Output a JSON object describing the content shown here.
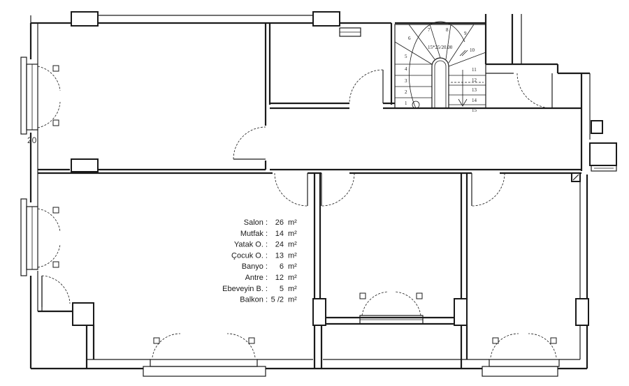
{
  "stairs": {
    "steps": [
      "1",
      "2",
      "3",
      "4",
      "5",
      "6",
      "7",
      "8",
      "9",
      "10",
      "11",
      "12",
      "13",
      "14",
      "15"
    ],
    "dimension": "15*25/20.00"
  },
  "margin_mark": "20",
  "area_table": [
    {
      "name": "Salon :",
      "value": "26",
      "unit": "m²"
    },
    {
      "name": "Mutfak :",
      "value": "14",
      "unit": "m²"
    },
    {
      "name": "Yatak O. :",
      "value": "24",
      "unit": "m²"
    },
    {
      "name": "Çocuk O. :",
      "value": "13",
      "unit": "m²"
    },
    {
      "name": "Banyo :",
      "value": "6",
      "unit": "m²"
    },
    {
      "name": "Antre :",
      "value": "12",
      "unit": "m²"
    },
    {
      "name": "Ebeveyin B. :",
      "value": "5",
      "unit": "m²"
    },
    {
      "name": "Balkon :",
      "value": "5 /2",
      "unit": "m²"
    }
  ]
}
